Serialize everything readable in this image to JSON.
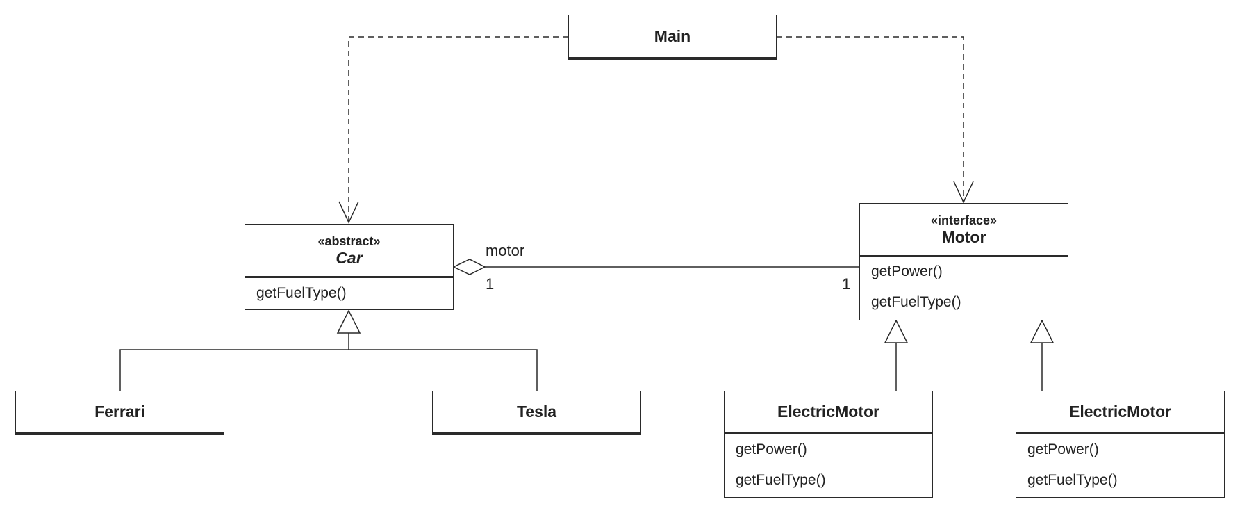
{
  "classes": {
    "main": {
      "name": "Main"
    },
    "car": {
      "stereotype": "«abstract»",
      "name": "Car",
      "methods": [
        "getFuelType()"
      ]
    },
    "motor": {
      "stereotype": "«interface»",
      "name": "Motor",
      "methods": [
        "getPower()",
        "getFuelType()"
      ]
    },
    "ferrari": {
      "name": "Ferrari"
    },
    "tesla": {
      "name": "Tesla"
    },
    "electric_motor_1": {
      "name": "ElectricMotor",
      "methods": [
        "getPower()",
        "getFuelType()"
      ]
    },
    "electric_motor_2": {
      "name": "ElectricMotor",
      "methods": [
        "getPower()",
        "getFuelType()"
      ]
    }
  },
  "associations": {
    "car_motor": {
      "role": "motor",
      "source_multiplicity": "1",
      "target_multiplicity": "1"
    }
  }
}
